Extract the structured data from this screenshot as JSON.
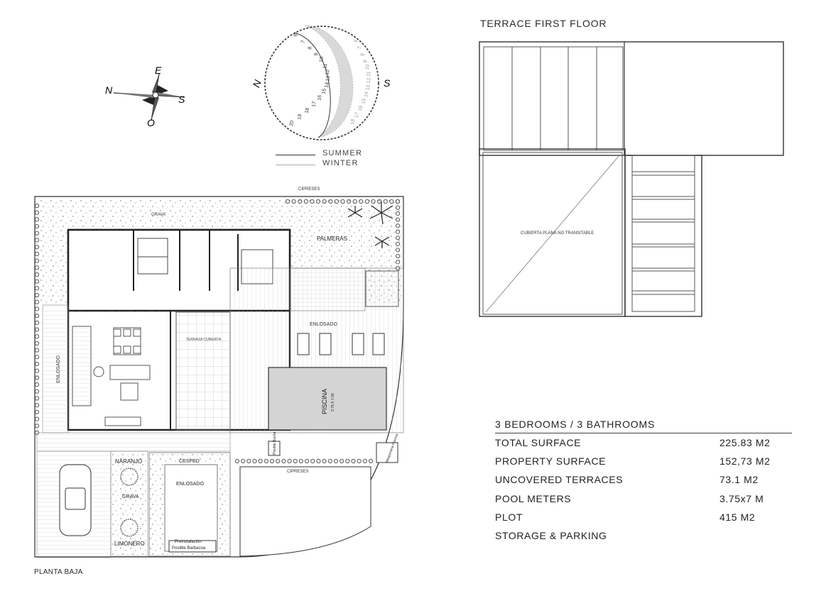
{
  "terrace_title": "TERRACE FIRST FLOOR",
  "terrace_label": "CUBIERTA PLANA NO TRANSITABLE",
  "compass": {
    "n": "N",
    "e": "E",
    "s": "S",
    "o": "O"
  },
  "sun_chart": {
    "n": "N",
    "s": "S",
    "summer_hours": [
      "6",
      "7",
      "8",
      "9",
      "10",
      "11",
      "12",
      "13",
      "14",
      "15",
      "16",
      "17",
      "18",
      "19",
      "20"
    ],
    "winter_hours": [
      "6",
      "7",
      "8",
      "9",
      "10",
      "11",
      "12",
      "13",
      "14",
      "15",
      "16",
      "17",
      "18"
    ]
  },
  "legend": {
    "summer": "SUMMER",
    "winter": "WINTER"
  },
  "plan_labels": {
    "cipreses_top": "CIPRESES",
    "grava_top": "GRAVA",
    "palmeras": "PALMERAS",
    "enlosado_left": "ENLOSADO",
    "enlosado_right": "ENLOSADO",
    "terrace_mid": "TERRAZA CUBIERTA",
    "piscina": "PISCINA",
    "piscina_dims": "3.75 X 7.00",
    "cipreses_bottom": "CIPRESES",
    "naranjo": "NARANJO",
    "grava_bottom": "GRAVA",
    "limonero": "LIMONERO",
    "cesped": "CESPED",
    "enlosado_bottom": "ENLOSADO",
    "preinstalacion": "Preinstalación",
    "barbacoa": "Posible Barbacoa",
    "ducha": "Posible Ducha",
    "maquinaria": "Maquinaria Piscina"
  },
  "planta_label": "PLANTA BAJA",
  "summary": {
    "heading": "3 BEDROOMS / 3 BATHROOMS",
    "rows": [
      {
        "label": "TOTAL SURFACE",
        "value": "225.83 M2"
      },
      {
        "label": "PROPERTY SURFACE",
        "value": "152,73 M2"
      },
      {
        "label": "UNCOVERED TERRACES",
        "value": "73.1 M2"
      },
      {
        "label": "POOL METERS",
        "value": "3.75x7 M"
      },
      {
        "label": "PLOT",
        "value": "415 M2"
      },
      {
        "label": "STORAGE & PARKING",
        "value": ""
      }
    ]
  },
  "colors": {
    "line": "#333333",
    "winter_fill": "#d9d9d9",
    "pool_fill": "#d4d4d4"
  }
}
